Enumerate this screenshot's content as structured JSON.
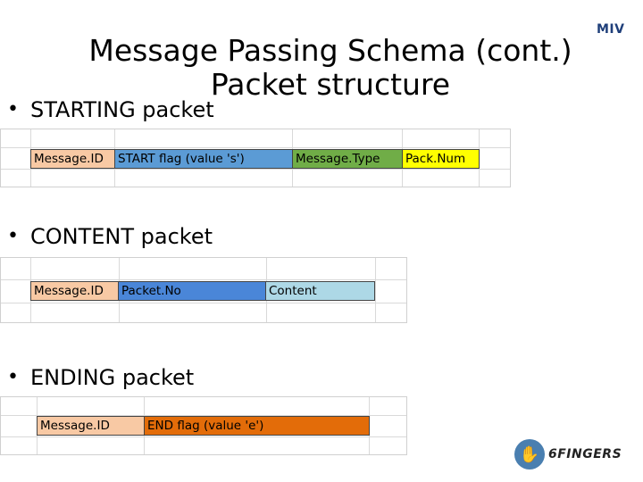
{
  "slide": {
    "title_line1": "Message Passing Schema (cont.)",
    "title_line2": "Packet structure",
    "corner_logo": "MIV",
    "brand_logo": "6FINGERS",
    "bullet_char": "•"
  },
  "sections": [
    {
      "label": "STARTING packet",
      "cells": [
        {
          "text": "Message.ID",
          "color": "#f8c9a4"
        },
        {
          "text": "START flag (value 's')",
          "color": "#5b9bd5"
        },
        {
          "text": "Message.Type",
          "color": "#70ad47"
        },
        {
          "text": "Pack.Num",
          "color": "#ffff00"
        }
      ]
    },
    {
      "label": "CONTENT packet",
      "cells": [
        {
          "text": "Message.ID",
          "color": "#f8c9a4"
        },
        {
          "text": "Packet.No",
          "color": "#4a86d8"
        },
        {
          "text": "Content",
          "color": "#add8e6"
        }
      ]
    },
    {
      "label": "ENDING packet",
      "cells": [
        {
          "text": "Message.ID",
          "color": "#f8c9a4"
        },
        {
          "text": "END flag (value 'e')",
          "color": "#e36c09"
        }
      ]
    }
  ]
}
